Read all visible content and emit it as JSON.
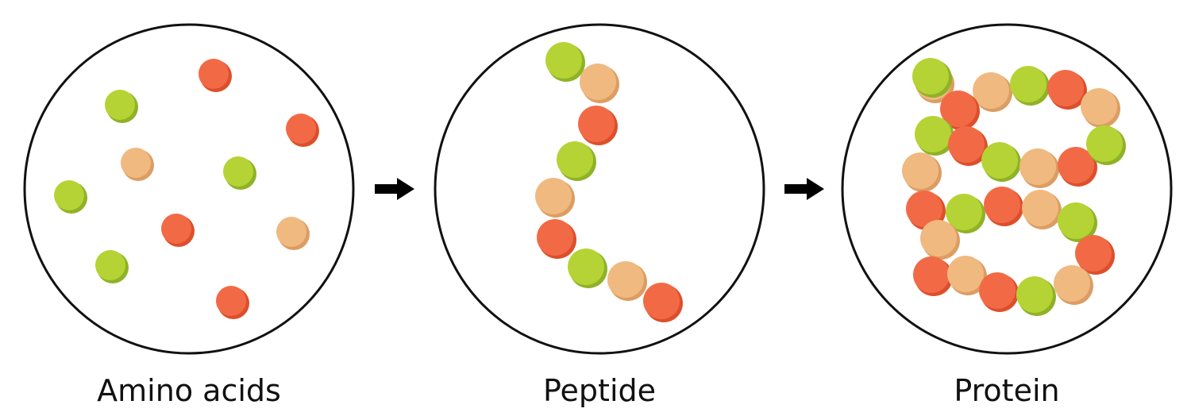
{
  "panels": [
    {
      "id": "amino-acids",
      "label": "Amino acids"
    },
    {
      "id": "peptide",
      "label": "Peptide"
    },
    {
      "id": "protein",
      "label": "Protein"
    }
  ],
  "colors": {
    "green": "#b5d334",
    "green_shade": "#8fb227",
    "tan": "#efb980",
    "tan_shade": "#dc9d63",
    "red": "#f26a45",
    "red_shade": "#dd4f2c",
    "outline": "#111111",
    "arrow": "#000000"
  },
  "icons": {
    "arrow": "right-arrow-icon"
  }
}
